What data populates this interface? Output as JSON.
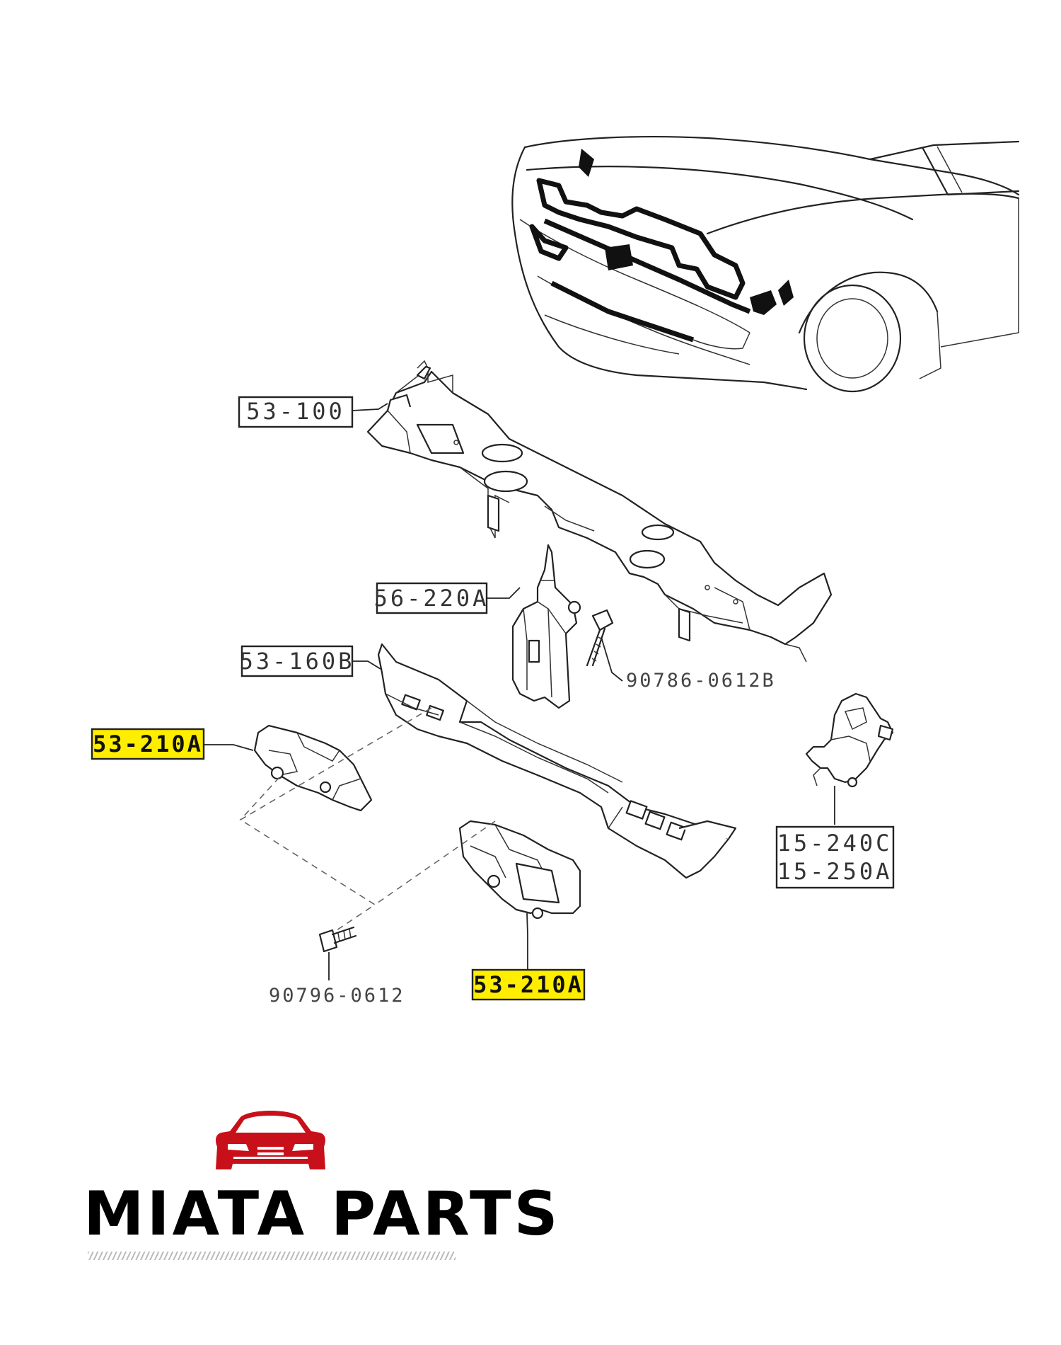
{
  "parts": {
    "radiator_support": "53-100",
    "bracket": "56-220A",
    "bolt_upper": "90786-0612B",
    "lower_crossmember": "53-160B",
    "side_bracket_left": "53-210A",
    "side_bracket_right": "53-210A",
    "bolt_lower": "90796-0612",
    "latch_line1": "15-240C",
    "latch_line2": "15-250A"
  },
  "highlighted_parts": [
    "53-210A"
  ],
  "colors": {
    "highlight": "#ffee00",
    "logo_red": "#c8101a",
    "ink": "#222222"
  },
  "brand": {
    "name": "MIATA PARTS",
    "logo_icon": "car-front-icon"
  }
}
